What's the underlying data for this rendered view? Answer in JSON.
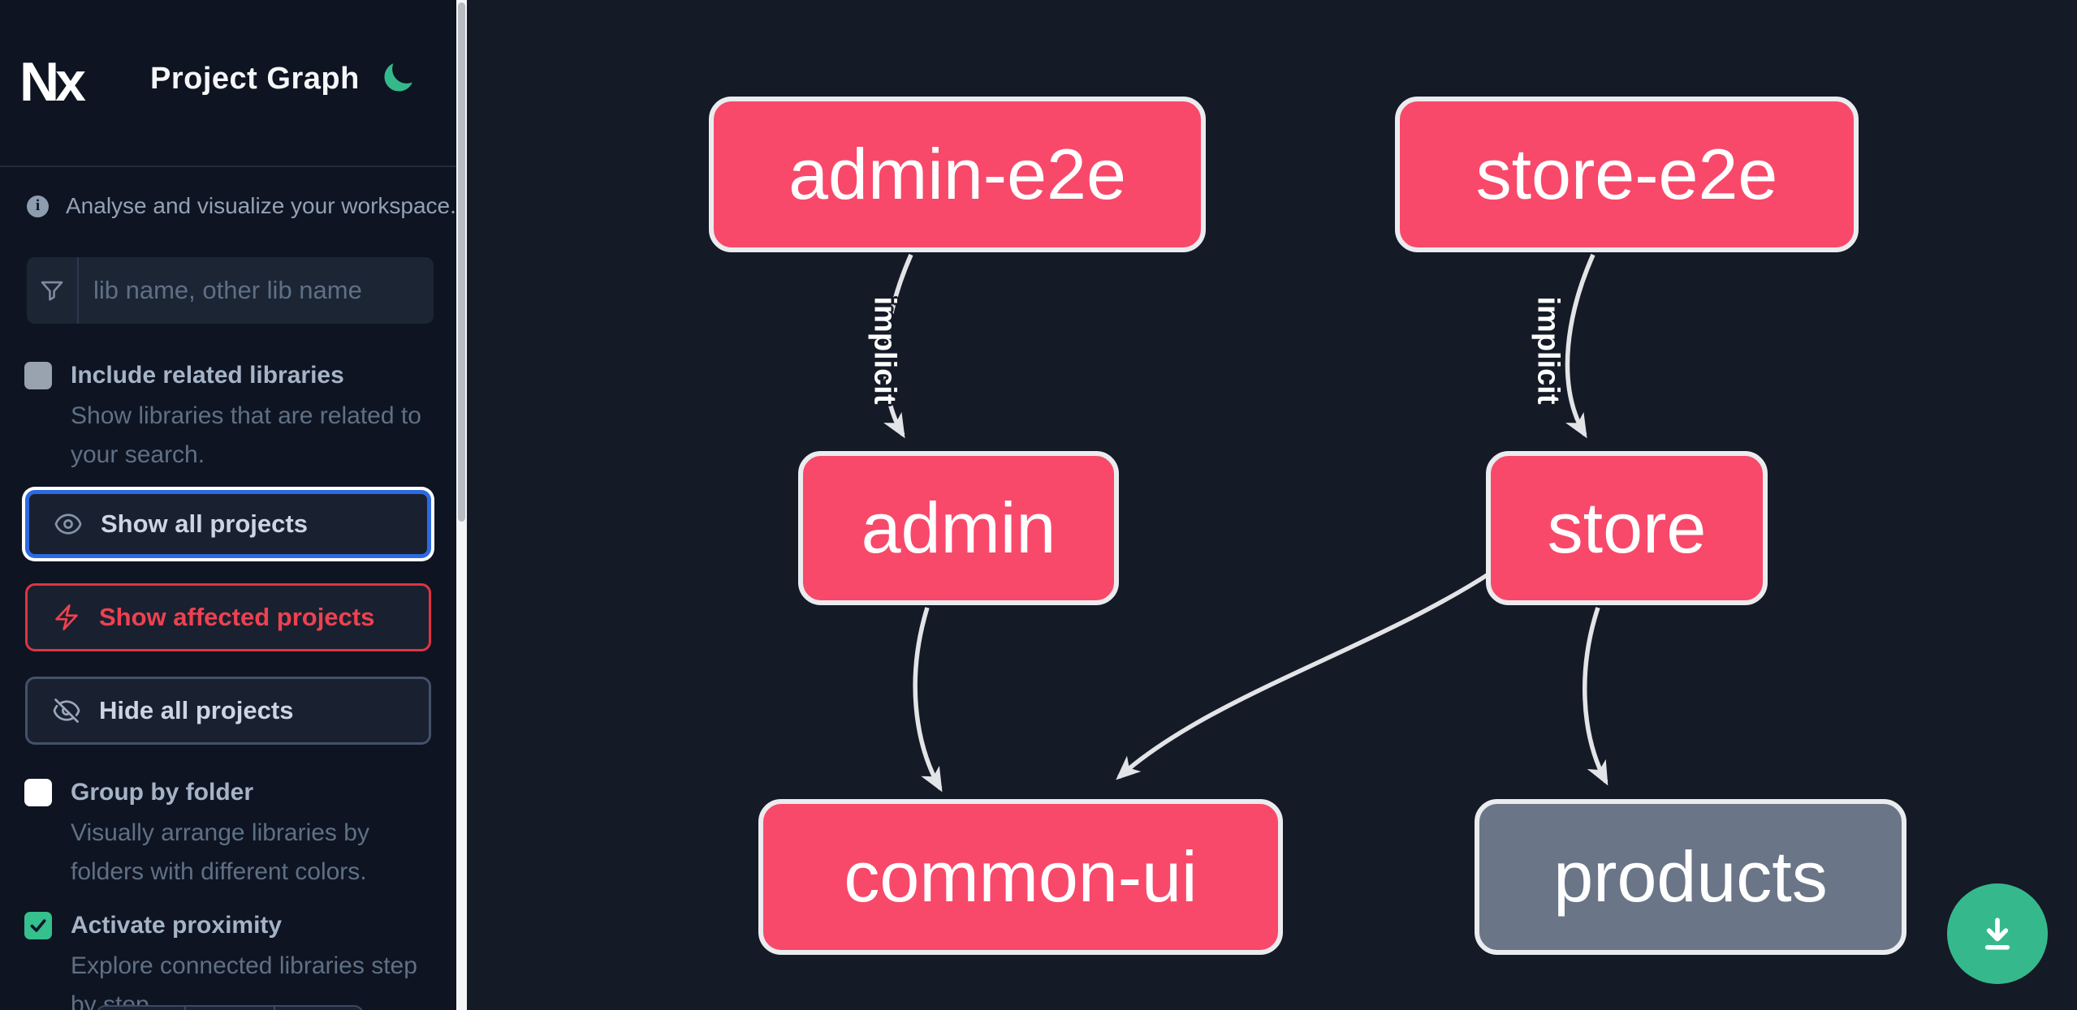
{
  "header": {
    "logo_text": "Nx",
    "title": "Project Graph",
    "theme_icon": "moon-icon"
  },
  "sidebar": {
    "tagline": "Analyse and visualize your workspace.",
    "search": {
      "placeholder": "lib name, other lib name",
      "value": "",
      "icon": "funnel-icon"
    },
    "toggles": [
      {
        "label": "Include related libraries",
        "description": "Show libraries that are related to your search.",
        "checked": false,
        "disabled": true
      },
      {
        "label": "Group by folder",
        "description": "Visually arrange libraries by folders with different colors.",
        "checked": false,
        "disabled": false
      },
      {
        "label": "Activate proximity",
        "description": "Explore connected libraries step by step.",
        "checked": true,
        "disabled": false
      }
    ],
    "buttons": [
      {
        "label": "Show all projects",
        "icon": "eye-icon",
        "state": "focused"
      },
      {
        "label": "Show affected projects",
        "icon": "bolt-icon",
        "state": "danger"
      },
      {
        "label": "Hide all projects",
        "icon": "eye-slash-icon",
        "state": "default"
      }
    ]
  },
  "graph": {
    "nodes": [
      {
        "label": "admin-e2e",
        "type": "app-e2e",
        "color": "pink"
      },
      {
        "label": "store-e2e",
        "type": "app-e2e",
        "color": "pink"
      },
      {
        "label": "admin",
        "type": "app",
        "color": "pink"
      },
      {
        "label": "store",
        "type": "app",
        "color": "pink"
      },
      {
        "label": "common-ui",
        "type": "lib",
        "color": "pink"
      },
      {
        "label": "products",
        "type": "lib",
        "color": "gray"
      }
    ],
    "edges": [
      {
        "from": "admin-e2e",
        "to": "admin",
        "label": "implicit"
      },
      {
        "from": "store-e2e",
        "to": "store",
        "label": "implicit"
      },
      {
        "from": "admin",
        "to": "common-ui",
        "label": ""
      },
      {
        "from": "store",
        "to": "common-ui",
        "label": ""
      },
      {
        "from": "store",
        "to": "products",
        "label": ""
      }
    ]
  },
  "fab": {
    "icon": "download-icon"
  },
  "colors": {
    "node_pink": "#f8496a",
    "node_gray": "#6a7587",
    "node_border": "#eaecef",
    "edge": "#e3e4e7",
    "accent_green": "#35b98c",
    "danger_red": "#ee4150",
    "focus_blue": "#2d6ae0",
    "sidebar_bg": "#0e1421",
    "canvas_bg": "#151a27"
  }
}
